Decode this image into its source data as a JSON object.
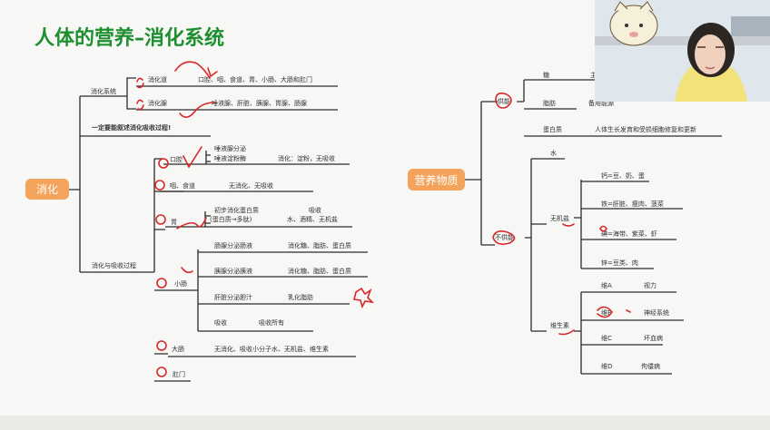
{
  "title": "人体的营养–消化系统",
  "left": {
    "root": "消化",
    "branch1": {
      "label": "消化系统",
      "items": [
        {
          "label": "消化道",
          "value": "口腔、咽、食道、胃、小肠、大肠和肛门"
        },
        {
          "label": "消化腺",
          "value": "唾液腺、肝脏、胰腺、胃腺、肠腺"
        }
      ]
    },
    "note": "一定要能叙述消化吸收过程!",
    "branch2": {
      "label": "消化与吸收过程",
      "mouth": {
        "label": "口腔",
        "sub1": "唾液腺分泌",
        "sub2": "唾液淀粉酶",
        "value": "消化：淀粉，无吸收"
      },
      "throat": {
        "label": "咽、食道",
        "value": "无消化、无吸收"
      },
      "stomach": {
        "label": "胃",
        "sub1": "初步消化蛋白质",
        "sub2": "(蛋白质→多肽)",
        "v1": "吸收",
        "v2": "水、酒精、无机盐"
      },
      "intestine": {
        "label": "小肠",
        "rows": [
          {
            "a": "肠腺分泌肠液",
            "b": "消化糖、脂肪、蛋白质"
          },
          {
            "a": "胰腺分泌胰液",
            "b": "消化糖、脂肪、蛋白质"
          },
          {
            "a": "肝脏分泌胆汁",
            "b": "乳化脂肪"
          },
          {
            "a": "吸收",
            "b": "吸收所有"
          }
        ]
      },
      "large": {
        "label": "大肠",
        "value": "无消化、吸收小分子水、无机盐、维生素"
      },
      "anus": {
        "label": "肛门"
      }
    }
  },
  "right": {
    "root": "营养物质",
    "energy": {
      "label": "供能",
      "items": [
        {
          "label": "糖",
          "value": "主要"
        },
        {
          "label": "脂肪",
          "value": "备用能源"
        },
        {
          "label": "蛋白质",
          "value": "人体生长发育和受损细胞修复和更新"
        }
      ]
    },
    "nonenergy": {
      "label": "不供能",
      "water": "水",
      "minerals": {
        "label": "无机盐",
        "items": [
          "钙=豆、奶、蛋",
          "铁=肝脏、瘦肉、菠菜",
          "碘=海带、紫菜、虾",
          "锌=豆类、肉"
        ]
      },
      "vitamins": {
        "label": "维生素",
        "items": [
          {
            "name": "维A",
            "value": "视力"
          },
          {
            "name": "维B",
            "value": "神经系统"
          },
          {
            "name": "维C",
            "value": "坏血病"
          },
          {
            "name": "维D",
            "value": "佝偻病"
          }
        ]
      }
    }
  },
  "colors": {
    "title": "#1e8f2e",
    "node": "#f3a35c",
    "ink": "#d8282a",
    "line": "#2b2b2b"
  }
}
